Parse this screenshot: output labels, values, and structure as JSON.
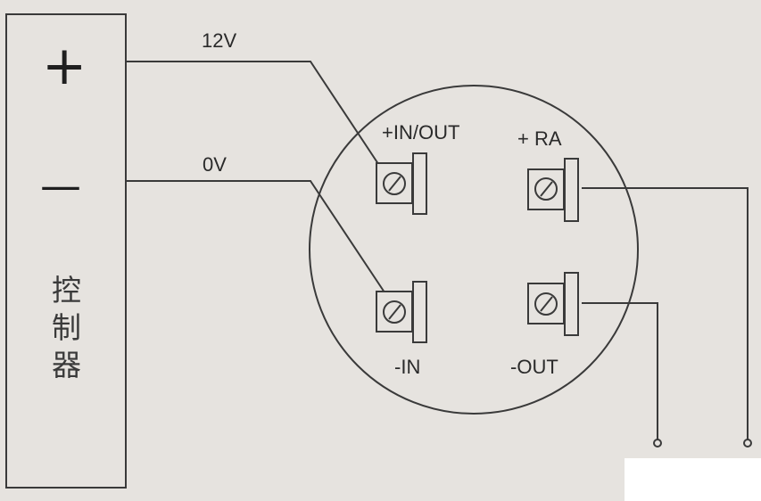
{
  "controller": {
    "plus_symbol": "+",
    "minus_symbol": "—",
    "label": "控制器"
  },
  "wires": {
    "positive_label": "12V",
    "negative_label": "0V"
  },
  "terminals": {
    "in_out_label": "+IN/OUT",
    "ra_label": "+ RA",
    "in_label": "-IN",
    "out_label": "-OUT"
  },
  "colors": {
    "line": "#3a3a3a",
    "paper": "#e6e3df"
  }
}
